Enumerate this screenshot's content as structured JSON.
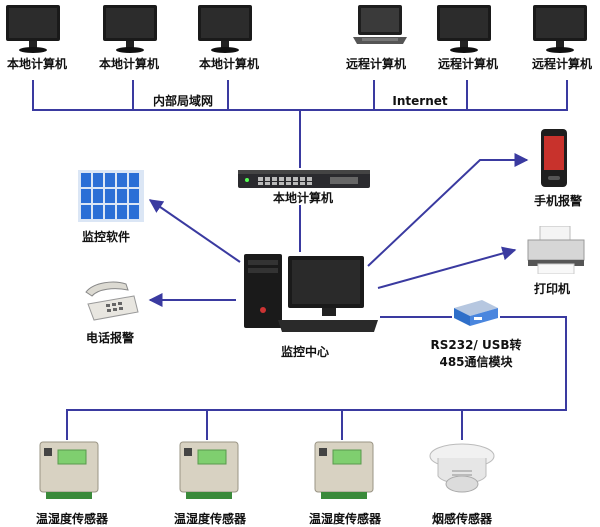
{
  "colors": {
    "line": "#3a3aa0",
    "monitor": "#1a1a1a",
    "sensor_body": "#d8d2c2",
    "sensor_display": "#7fcf6f",
    "softwarePanel": "#2b6fd6"
  },
  "top_row": {
    "local_pc_1": "本地计算机",
    "local_pc_2": "本地计算机",
    "local_pc_3": "本地计算机",
    "remote_pc_1": "远程计算机",
    "remote_pc_2": "远程计算机",
    "remote_pc_3": "远程计算机"
  },
  "network": {
    "lan": "内部局域网",
    "internet": "Internet"
  },
  "switch": {
    "label": "本地计算机"
  },
  "center": {
    "monitor_software": "监控软件",
    "phone_alarm": "电话报警",
    "control_center": "监控中心",
    "mobile_alarm": "手机报警",
    "printer": "打印机",
    "module_line1": "RS232/ USB转",
    "module_line2": "485通信模块"
  },
  "sensors": {
    "s1": "温湿度传感器",
    "s2": "温湿度传感器",
    "s3": "温湿度传感器",
    "smoke": "烟感传感器"
  },
  "icons": [
    "desktop-monitor-icon",
    "laptop-icon",
    "network-switch-icon",
    "software-panel-icon",
    "desk-phone-icon",
    "pc-tower-icon",
    "mobile-phone-icon",
    "printer-icon",
    "converter-module-icon",
    "sensor-box-icon",
    "smoke-detector-icon"
  ]
}
